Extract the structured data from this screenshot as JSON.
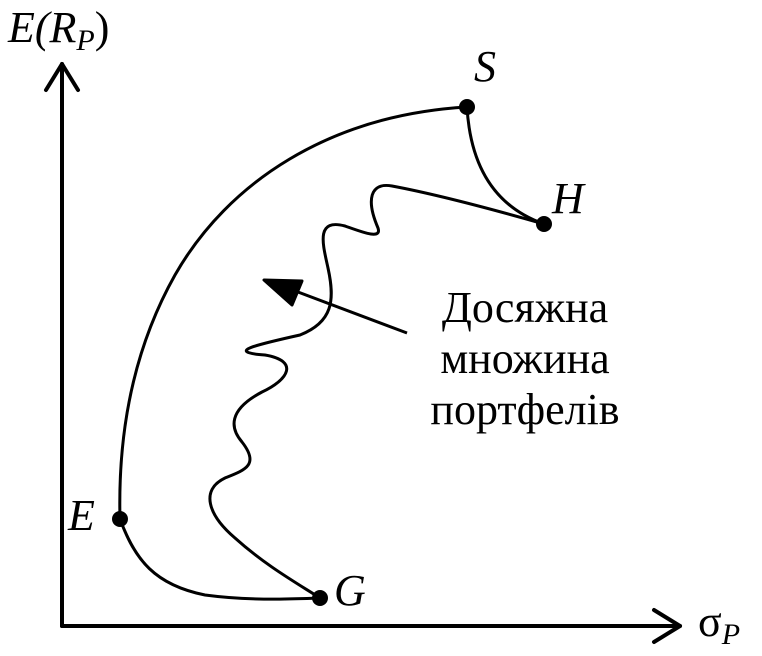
{
  "axes": {
    "y_label_main": "E(R",
    "y_label_sub": "P",
    "y_label_close": ")",
    "x_label_main": "σ",
    "x_label_sub": "P"
  },
  "points": {
    "S": "S",
    "H": "H",
    "E": "E",
    "G": "G"
  },
  "annotation": {
    "line1": "Досяжна",
    "line2": "множина",
    "line3": "портфелів"
  },
  "colors": {
    "ink": "#000000",
    "background": "#ffffff"
  }
}
